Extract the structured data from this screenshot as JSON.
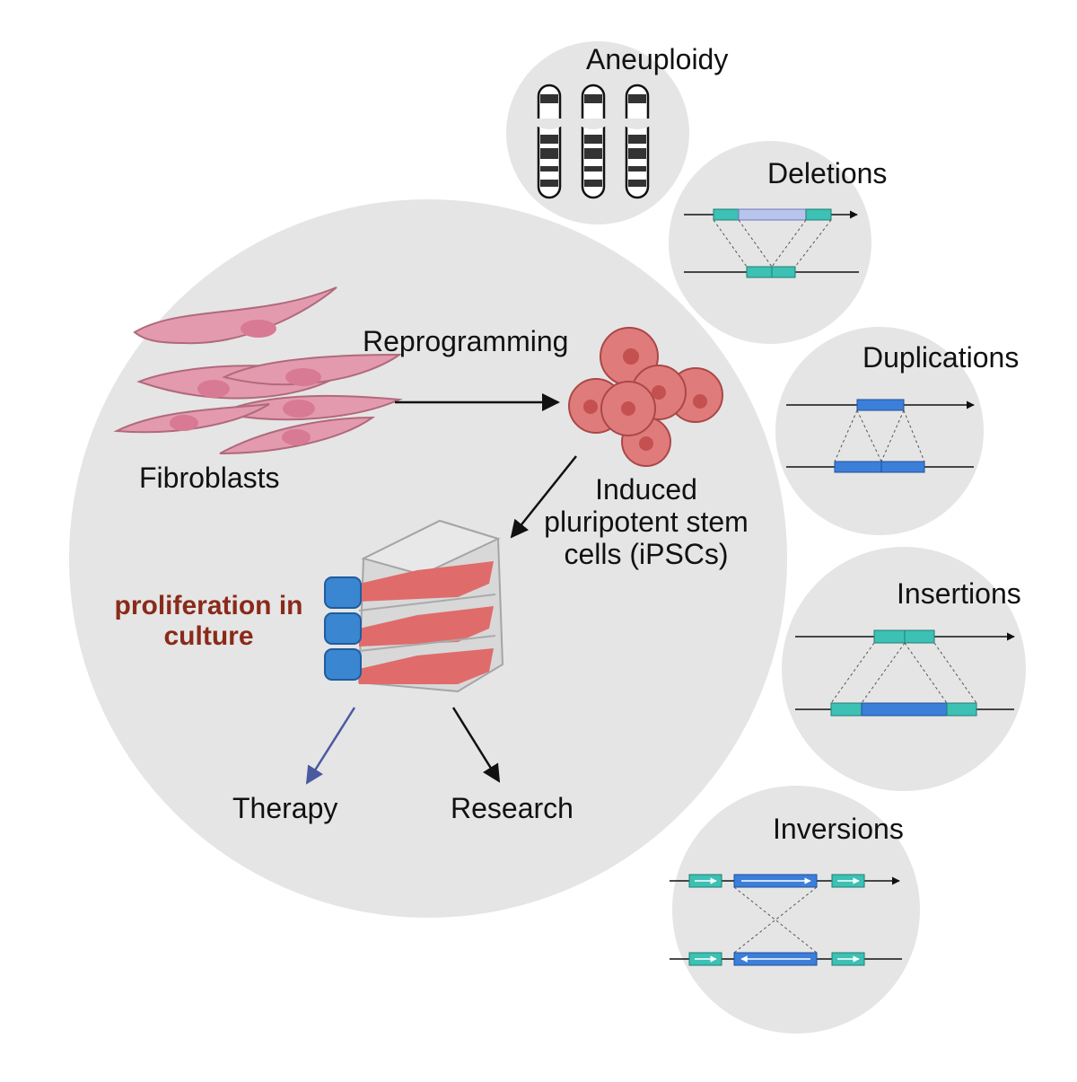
{
  "main": {
    "fibroblasts": "Fibroblasts",
    "reprogramming": "Reprogramming",
    "ipsc_line1": "Induced",
    "ipsc_line2": "pluripotent stem",
    "ipsc_line3": "cells (iPSCs)",
    "proliferation_line1": "proliferation in",
    "proliferation_line2": "culture",
    "therapy": "Therapy",
    "research": "Research"
  },
  "variants": {
    "aneuploidy": "Aneuploidy",
    "deletions": "Deletions",
    "duplications": "Duplications",
    "insertions": "Insertions",
    "inversions": "Inversions"
  },
  "colors": {
    "panel_bg": "#e5e5e5",
    "fibroblast": "#e49aae",
    "ipsc": "#e07b7b",
    "flask_medium": "#e06b6b",
    "cap_blue": "#3a86d0",
    "teal_segment": "#3cc1b4",
    "blue_segment": "#3b7fd9",
    "lavender_segment": "#b8c4ea",
    "proliferation_text": "#8a2a1a",
    "therapy_arrow": "#4a5aa0"
  }
}
